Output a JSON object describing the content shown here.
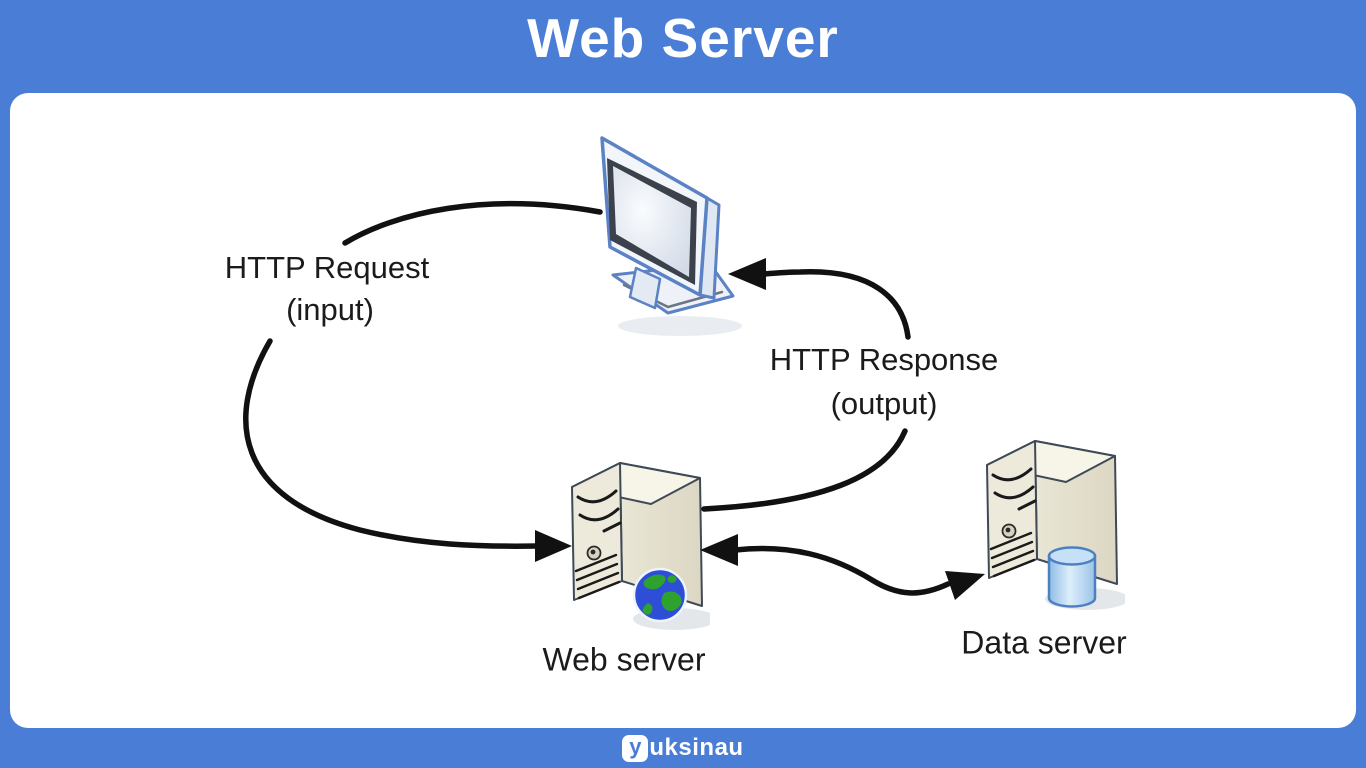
{
  "title": "Web Server",
  "colors": {
    "background_blue": "#4a7ed6",
    "panel_white": "#ffffff",
    "label_text": "#1b1b1b",
    "arrow_black": "#111111",
    "monitor_outline_blue": "#5b82c5",
    "server_body_beige": "#edeadb",
    "globe_ocean_blue": "#2e4ed8",
    "globe_land_green": "#2ea12e",
    "database_cylinder_blue": "#a9cdec"
  },
  "diagram": {
    "labels": {
      "request_line1": "HTTP Request",
      "request_line2": "(input)",
      "response_line1": "HTTP Response",
      "response_line2": "(output)",
      "web_server": "Web server",
      "data_server": "Data server"
    },
    "nodes": [
      {
        "id": "client-monitor",
        "kind": "client computer monitor"
      },
      {
        "id": "web-server",
        "kind": "server tower with globe"
      },
      {
        "id": "data-server",
        "kind": "server tower with database cylinder"
      }
    ],
    "flows": [
      {
        "name": "http-request",
        "from": "client-monitor",
        "to": "web-server",
        "label": "HTTP Request (input)"
      },
      {
        "name": "http-response",
        "from": "web-server",
        "to": "client-monitor",
        "label": "HTTP Response (output)"
      },
      {
        "name": "data-exchange",
        "from": "web-server",
        "to": "data-server",
        "bidirectional": true,
        "label": ""
      }
    ]
  },
  "footer": {
    "brand_initial": "y",
    "brand_rest": "uksinau",
    "brand_full": "yuksinau"
  }
}
